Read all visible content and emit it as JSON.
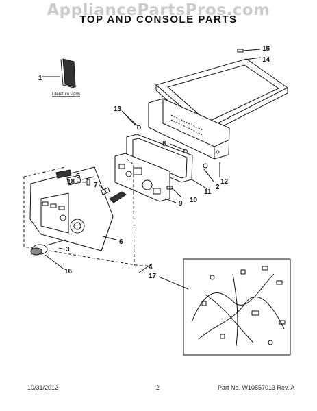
{
  "watermark": "AppliancePartsPros.com",
  "title": "TOP AND CONSOLE PARTS",
  "literature_label": "Literature Parts",
  "callouts": {
    "c1": "1",
    "c2": "2",
    "c3": "3",
    "c4": "4",
    "c5": "5",
    "c6": "6",
    "c7": "7",
    "c8": "8",
    "c9": "9",
    "c10": "10",
    "c11": "11",
    "c12": "12",
    "c13": "13",
    "c14": "14",
    "c15": "15",
    "c16": "16",
    "c17": "17",
    "c18": "18"
  },
  "footer": {
    "date": "10/31/2012",
    "page": "2",
    "part_no": "Part No.  W10557013  Rev. A"
  }
}
